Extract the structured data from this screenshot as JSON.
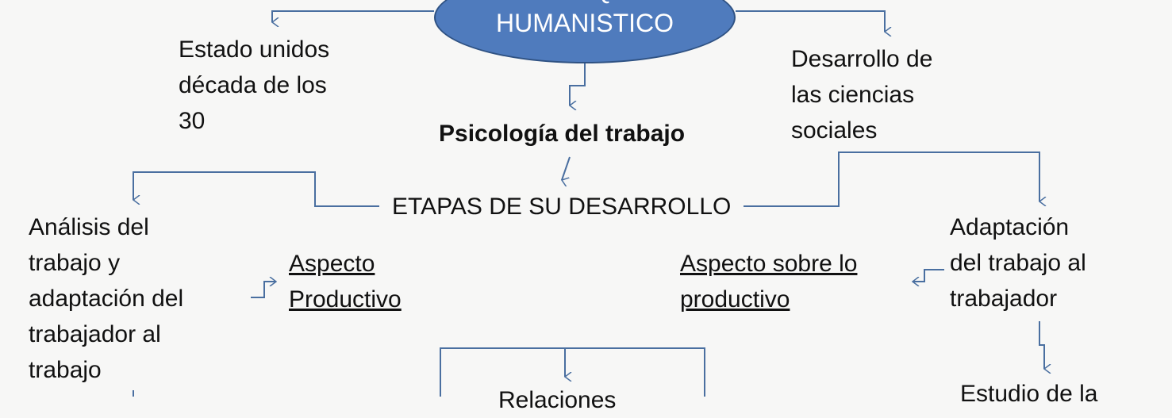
{
  "title": {
    "line1": "ENFOQUE",
    "line2": "HUMANISTICO"
  },
  "top_left": {
    "lines": [
      "Estado unidos",
      "década de los",
      "30"
    ]
  },
  "top_right": {
    "lines": [
      "Desarrollo de",
      "las ciencias",
      "sociales"
    ]
  },
  "center": {
    "psychology": "Psicología del trabajo",
    "stages": "ETAPAS DE SU DESARROLLO"
  },
  "left_branch": {
    "lines": [
      "Análisis del",
      "trabajo y",
      "adaptación del",
      "trabajador al",
      "trabajo"
    ],
    "aspect": [
      "Aspecto",
      "Productivo"
    ]
  },
  "right_branch": {
    "lines": [
      "Adaptación",
      "del trabajo al",
      "trabajador"
    ],
    "aspect": [
      "Aspecto sobre lo",
      "productivo"
    ],
    "next": "Estudio de la"
  },
  "bottom": {
    "box_label": "Relaciones"
  },
  "colors": {
    "line": "#4a6fa0",
    "ellipse": "#4f7bbd"
  }
}
